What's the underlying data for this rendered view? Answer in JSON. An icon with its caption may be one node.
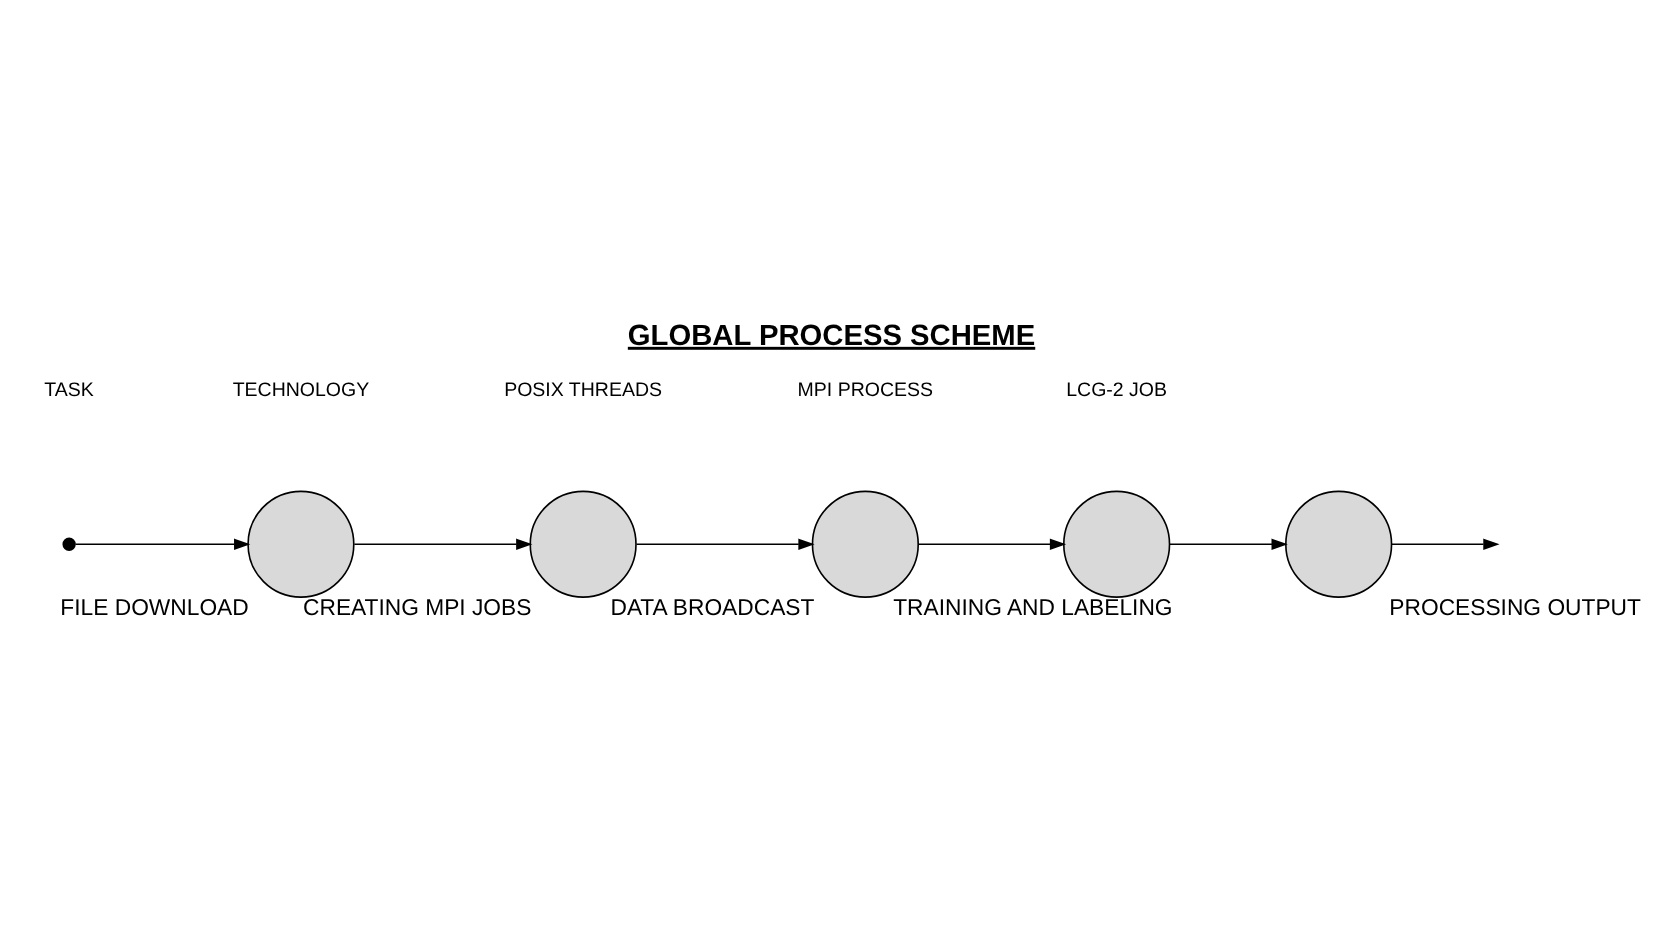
{
  "diagram": {
    "title": "GLOBAL PROCESS SCHEME",
    "nodes": [
      {
        "text": [],
        "shape": "circle"
      },
      {
        "text": [
          "FILE DOWNLOAD"
        ]
      },
      {
        "text": [
          "CREATING MPI JOBS"
        ]
      },
      {
        "text": [
          "DATA BROADCAST"
        ]
      },
      {
        "text": [
          "TRAINING AND LABELING"
        ]
      },
      {
        "text": [
          "PROCESSING OUTPUT"
        ]
      }
    ],
    "edges": [
      {
        "from": 0,
        "to": 1,
        "arrow": "to"
      },
      {
        "from": 1,
        "to": 2,
        "arrow": "to"
      },
      {
        "from": 2,
        "to": 3,
        "arrow": "to"
      },
      {
        "from": 3,
        "to": 4,
        "arrow": "to"
      },
      {
        "from": 4,
        "to": 5,
        "arrow": "to"
      },
      {
        "from": 5,
        "to": null,
        "arrow": "to"
      }
    ],
    "labels": [
      "TASK",
      "TECHNOLOGY",
      "POSIX THREADS",
      "MPI PROCESS",
      "LCG-2 JOB"
    ]
  }
}
